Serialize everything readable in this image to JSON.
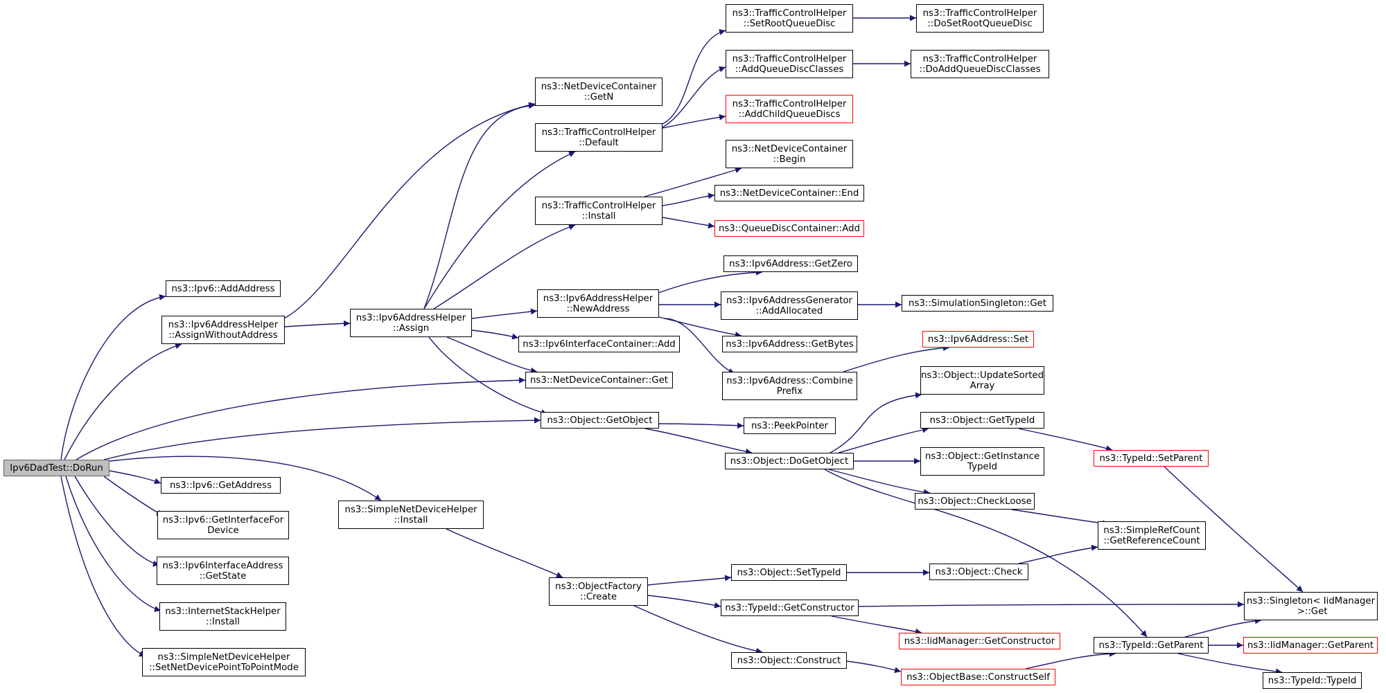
{
  "colors": {
    "edge": "#191970",
    "node_border": "#000000",
    "highlight_border": "#ff0000",
    "root_fill": "#bfbfbf"
  },
  "nodes": {
    "root": "Ipv6DadTest::DoRun",
    "ipv6_addaddress": "ns3::Ipv6::AddAddress",
    "assign_without_address": "ns3::Ipv6AddressHelper\n::AssignWithoutAddress",
    "ipv6_getaddress": "ns3::Ipv6::GetAddress",
    "get_interface_for_device": "ns3::Ipv6::GetInterfaceFor\nDevice",
    "ipv6_interface_getstate": "ns3::Ipv6InterfaceAddress\n::GetState",
    "internet_stack_install": "ns3::InternetStackHelper\n::Install",
    "set_p2p_mode": "ns3::SimpleNetDeviceHelper\n::SetNetDevicePointToPointMode",
    "ipv6_helper_assign": "ns3::Ipv6AddressHelper\n::Assign",
    "simple_netdevice_install": "ns3::SimpleNetDeviceHelper\n::Install",
    "ndc_getn": "ns3::NetDeviceContainer\n::GetN",
    "tch_default": "ns3::TrafficControlHelper\n::Default",
    "tch_install": "ns3::TrafficControlHelper\n::Install",
    "ipv6_helper_newaddress": "ns3::Ipv6AddressHelper\n::NewAddress",
    "ipv6_iface_container_add": "ns3::Ipv6InterfaceContainer::Add",
    "ndc_get": "ns3::NetDeviceContainer::Get",
    "object_getobject": "ns3::Object::GetObject",
    "object_factory_create": "ns3::ObjectFactory\n::Create",
    "tch_setrootqueuedisc": "ns3::TrafficControlHelper\n::SetRootQueueDisc",
    "tch_addqueuediscclasses": "ns3::TrafficControlHelper\n::AddQueueDiscClasses",
    "tch_addchildqueuediscs": "ns3::TrafficControlHelper\n::AddChildQueueDiscs",
    "ndc_begin": "ns3::NetDeviceContainer\n::Begin",
    "ndc_end": "ns3::NetDeviceContainer::End",
    "qdc_add": "ns3::QueueDiscContainer::Add",
    "ipv6addr_getzero": "ns3::Ipv6Address::GetZero",
    "ipv6gen_addallocated": "ns3::Ipv6AddressGenerator\n::AddAllocated",
    "ipv6addr_getbytes": "ns3::Ipv6Address::GetBytes",
    "ipv6addr_combineprefix": "ns3::Ipv6Address::Combine\nPrefix",
    "peekpointer": "ns3::PeekPointer",
    "object_dogetobject": "ns3::Object::DoGetObject",
    "object_settypeid": "ns3::Object::SetTypeId",
    "typeid_getconstructor": "ns3::TypeId::GetConstructor",
    "object_construct": "ns3::Object::Construct",
    "tch_dosetrootqueuedisc": "ns3::TrafficControlHelper\n::DoSetRootQueueDisc",
    "tch_doaddqueuediscclasses": "ns3::TrafficControlHelper\n::DoAddQueueDiscClasses",
    "simsingleton_get": "ns3::SimulationSingleton::Get",
    "ipv6addr_set": "ns3::Ipv6Address::Set",
    "object_updatesortedarray": "ns3::Object::UpdateSorted\nArray",
    "object_gettypeid": "ns3::Object::GetTypeId",
    "object_getinstancetypeid": "ns3::Object::GetInstance\nTypeId",
    "object_checkloose": "ns3::Object::CheckLoose",
    "object_check": "ns3::Object::Check",
    "iidmanager_getconstructor": "ns3::IidManager::GetConstructor",
    "objectbase_constructself": "ns3::ObjectBase::ConstructSelf",
    "typeid_setparent": "ns3::TypeId::SetParent",
    "simplerefcount_getrefcount": "ns3::SimpleRefCount\n::GetReferenceCount",
    "typeid_getparent": "ns3::TypeId::GetParent",
    "singleton_get": "ns3::Singleton< IidManager\n >::Get",
    "iidmanager_getparent": "ns3::IidManager::GetParent",
    "typeid_typeid": "ns3::TypeId::TypeId"
  }
}
